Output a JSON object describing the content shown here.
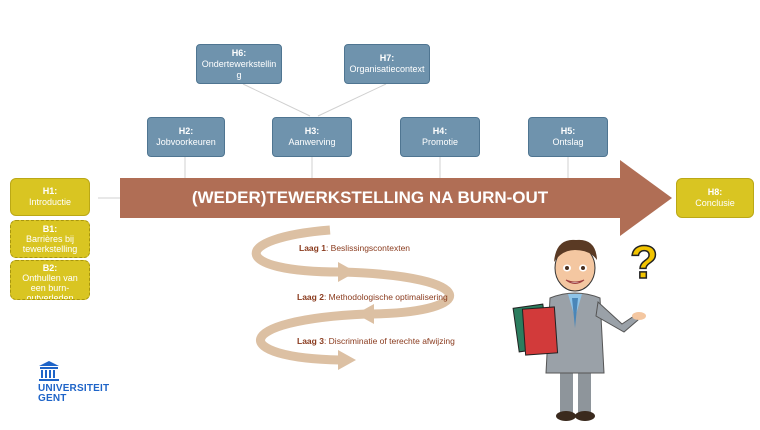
{
  "title": "(WEDER)TEWERKSTELLING NA BURN-OUT",
  "nodes": {
    "h1": {
      "id": "H1:",
      "label": "Introductie"
    },
    "b1": {
      "id": "B1:",
      "label": "Barrières bij tewerkstelling"
    },
    "b2": {
      "id": "B2:",
      "label": "Onthullen van een burn-outverleden"
    },
    "h2": {
      "id": "H2:",
      "label": "Jobvoorkeuren"
    },
    "h3": {
      "id": "H3:",
      "label": "Aanwerving"
    },
    "h4": {
      "id": "H4:",
      "label": "Promotie"
    },
    "h5": {
      "id": "H5:",
      "label": "Ontslag"
    },
    "h6": {
      "id": "H6:",
      "label": "Ondertewerkstelling"
    },
    "h7": {
      "id": "H7:",
      "label": "Organisatiecontext"
    },
    "h8": {
      "id": "H8:",
      "label": "Conclusie"
    }
  },
  "layers": [
    {
      "prefix": "Laag 1",
      "text": ": Beslissingscontexten"
    },
    {
      "prefix": "Laag 2",
      "text": ": Methodologische optimalisering"
    },
    {
      "prefix": "Laag 3",
      "text": ": Discriminatie of terechte afwijzing"
    }
  ],
  "logo": {
    "line1": "UNIVERSITEIT",
    "line2": "GENT"
  },
  "colors": {
    "arrow": "#b06e55",
    "blue_box": "#6f93ad",
    "yellow_box": "#d9c522",
    "spiral": "#dcc0a3",
    "layer_text": "#8a3b1e"
  },
  "icons": [
    "question-mark-icon",
    "books-icon",
    "person-illustration",
    "university-building-icon"
  ]
}
